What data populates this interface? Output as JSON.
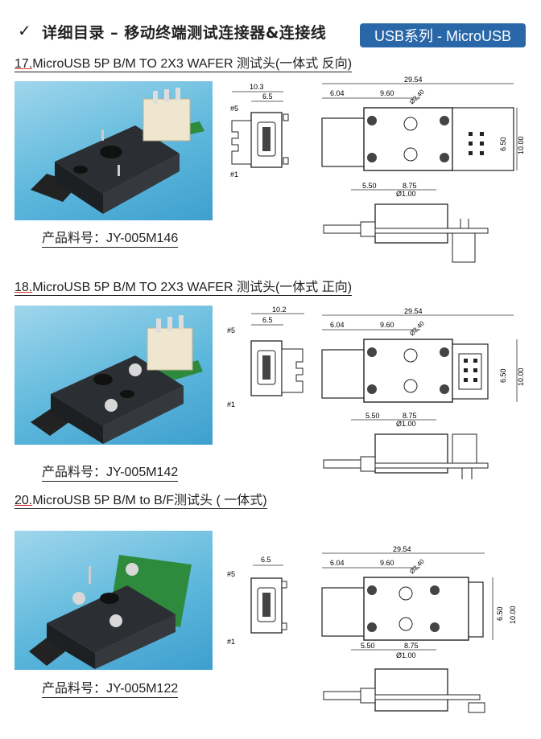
{
  "header": {
    "check_mark": "✓",
    "title": "详细目录 – 移动终端测试连接器&连接线",
    "badge": "USB系列 - MicroUSB"
  },
  "sections": [
    {
      "number": "17.",
      "title": "MicroUSB 5P B/M TO 2X3 WAFER 测试头(一体式 反向)",
      "part_number": "产品料号：JY-005M146",
      "dims": {
        "overall_width": "10.3",
        "inner_width": "6.5",
        "length": "29.54",
        "offset_a": "6.04",
        "offset_b": "9.60",
        "hole_dia": "Ø2.40",
        "height_a": "6.50",
        "height_b": "10.00",
        "side_a": "5.50",
        "side_b": "8.75",
        "pin_dia": "Ø1.00",
        "pin5_label": "#5",
        "pin1_label": "#1"
      }
    },
    {
      "number": "18.",
      "title": "MicroUSB 5P B/M TO 2X3 WAFER 测试头(一体式 正向)",
      "part_number": "产品料号：JY-005M142",
      "dims": {
        "overall_width": "10.2",
        "inner_width": "6.5",
        "length": "29.54",
        "offset_a": "6.04",
        "offset_b": "9.60",
        "hole_dia": "Ø2.40",
        "height_a": "6.50",
        "height_b": "10.00",
        "side_a": "5.50",
        "side_b": "8.75",
        "pin_dia": "Ø1.00",
        "pin5_label": "#5",
        "pin1_label": "#1"
      }
    },
    {
      "number": "20.",
      "title": "MicroUSB 5P B/M to B/F测试头 ( 一体式)",
      "part_number": "产品料号：JY-005M122",
      "dims": {
        "inner_width": "6.5",
        "length": "29.54",
        "offset_a": "6.04",
        "offset_b": "9.60",
        "hole_dia": "Ø2.40",
        "height_a": "6.50",
        "height_b": "10.00",
        "side_a": "5.50",
        "side_b": "8.75",
        "pin_dia": "Ø1.00",
        "pin5_label": "#5",
        "pin1_label": "#1"
      }
    }
  ]
}
